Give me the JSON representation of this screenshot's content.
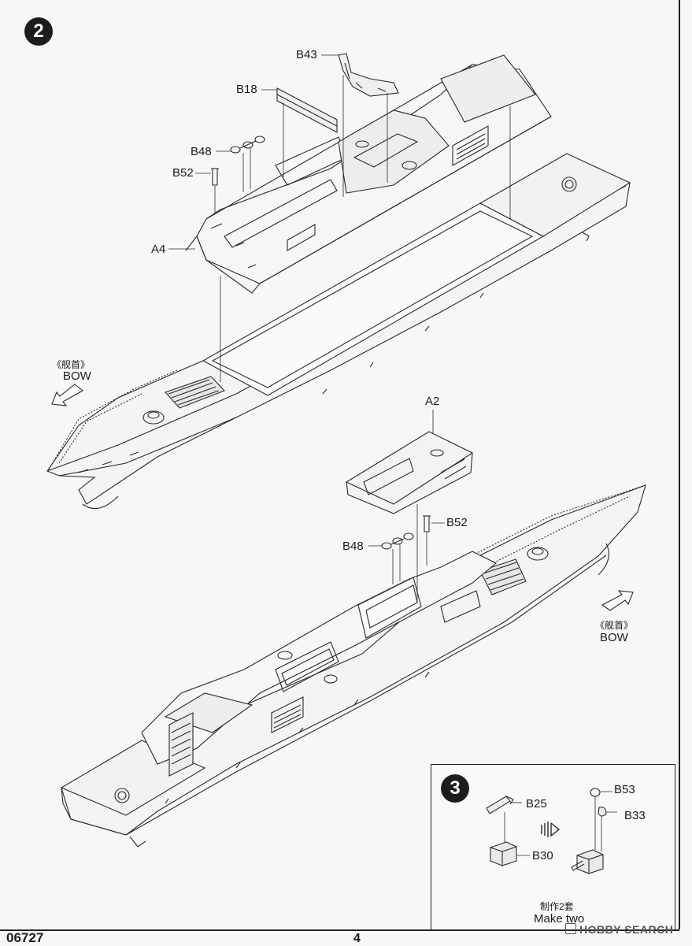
{
  "steps": {
    "step2": "2",
    "step3": "3"
  },
  "upper_assembly": {
    "parts": {
      "b43": "B43",
      "b18": "B18",
      "b48": "B48",
      "b52": "B52",
      "a4": "A4"
    },
    "bow_cn": "《舰首》",
    "bow_en": "BOW"
  },
  "lower_assembly": {
    "parts": {
      "a2": "A2",
      "b52": "B52",
      "b48": "B48"
    },
    "bow_cn": "《舰首》",
    "bow_en": "BOW"
  },
  "step3_inset": {
    "parts": {
      "b25": "B25",
      "b30": "B30",
      "b53": "B53",
      "b33": "B33"
    },
    "note_cn": "制作2套",
    "note_en": "Make two"
  },
  "footer": {
    "product_code": "06727",
    "page_number": "4",
    "watermark": "HOBBY SEARCH"
  },
  "icons": [
    "bow-arrow-icon",
    "process-arrow-icon",
    "hobbysearch-logo-icon"
  ]
}
